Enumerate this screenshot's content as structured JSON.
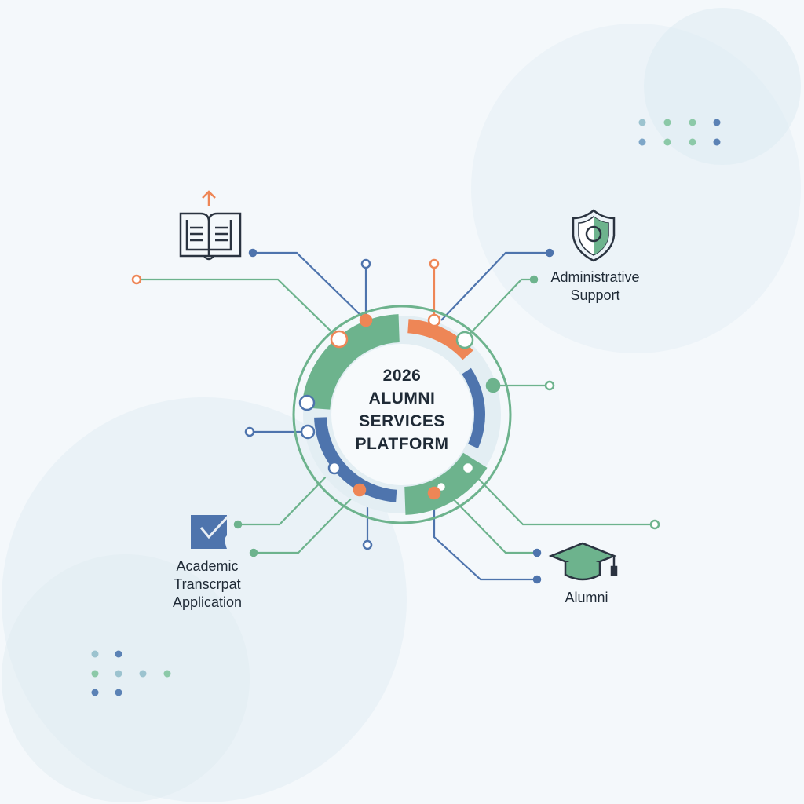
{
  "title": {
    "line1": "2026",
    "line2": "ALUMNI",
    "line3": "SERVICES",
    "line4": "PLATFORM"
  },
  "nodes": [
    {
      "label_line1": "Administrative",
      "label_line2": "Support",
      "icon": "shield-icon"
    },
    {
      "label_line1": "Academic",
      "label_line2": "Transcrpat",
      "label_line3": "Application",
      "icon": "checkbox-document-icon"
    },
    {
      "label_line1": "Alumni",
      "icon": "graduation-cap-icon"
    },
    {
      "icon": "open-book-upload-icon"
    }
  ],
  "colors": {
    "green": "#6db38d",
    "blue": "#4e74ad",
    "orange": "#ee8656",
    "text": "#1f2a36",
    "ring_bg": "#e3eef3"
  }
}
